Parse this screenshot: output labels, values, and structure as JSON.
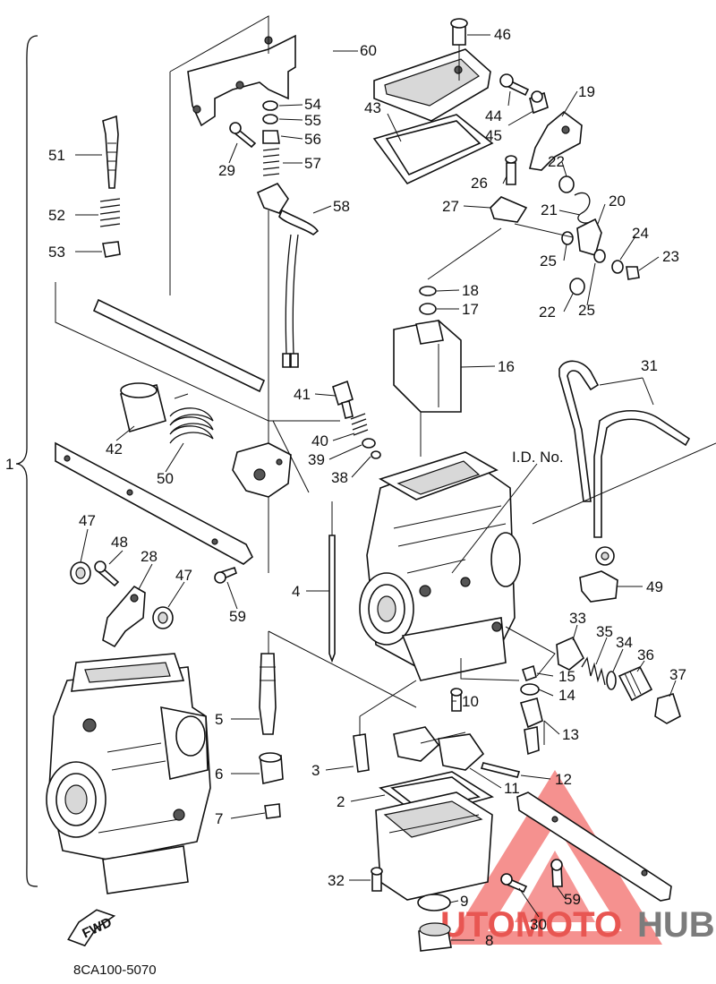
{
  "diagram": {
    "document_code": "8CA100-5070",
    "id_label": "I.D. No.",
    "fwd_label": "FWD",
    "assembly_number": "1",
    "part_numbers": [
      "2",
      "3",
      "4",
      "5",
      "6",
      "7",
      "8",
      "9",
      "10",
      "11",
      "12",
      "13",
      "14",
      "15",
      "16",
      "17",
      "18",
      "19",
      "20",
      "21",
      "22",
      "23",
      "24",
      "25",
      "26",
      "27",
      "28",
      "29",
      "30",
      "31",
      "32",
      "33",
      "34",
      "35",
      "36",
      "37",
      "38",
      "39",
      "40",
      "41",
      "42",
      "43",
      "44",
      "45",
      "46",
      "47",
      "48",
      "49",
      "50",
      "51",
      "52",
      "53",
      "54",
      "55",
      "56",
      "57",
      "58",
      "59",
      "60"
    ]
  },
  "watermark": {
    "text_part1": "UTOMOTO",
    "text_part2": "HUB",
    "color_primary": "#e53935",
    "color_secondary": "#666666"
  },
  "colors": {
    "ink": "#111111",
    "paper": "#ffffff"
  }
}
